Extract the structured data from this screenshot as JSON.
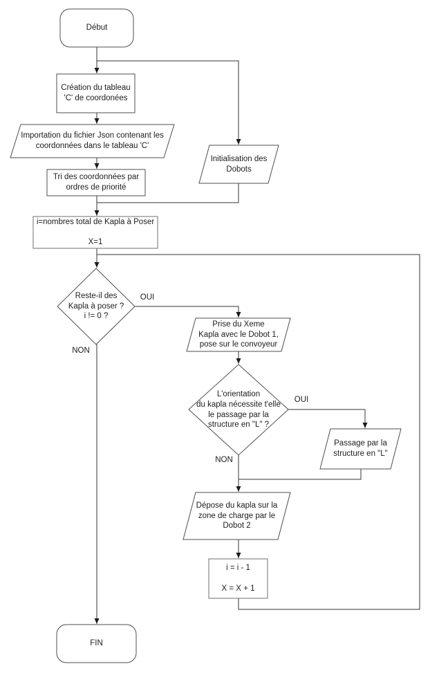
{
  "diagram": {
    "type": "flowchart",
    "language": "fr",
    "colors": {
      "background": "#ffffff",
      "shape_fill": "#ffffff",
      "shape_stroke": "#4d4d4d",
      "connector_stroke": "#333333",
      "text": "#1c1c1c"
    },
    "nodes": {
      "debut": {
        "shape": "terminator",
        "label": "Début"
      },
      "creation": {
        "shape": "process",
        "label": "Création du tableau\n'C' de coordonées"
      },
      "importation": {
        "shape": "data",
        "label": "Importation du fichier Json contenant les\ncoordonnées dans le tableau 'C'"
      },
      "tri": {
        "shape": "process",
        "label": "Tri des coordonnées par\nordres de priorité"
      },
      "init_dobots": {
        "shape": "data",
        "label": "Initialisation des\nDobots"
      },
      "compteur": {
        "shape": "process",
        "label": "i=nombres total de Kapla à Poser\n\nX=1"
      },
      "test_reste_kapla": {
        "shape": "decision",
        "label": "Reste-il des\nKapla à poser ?\ni != 0 ?"
      },
      "prise_kapla": {
        "shape": "data",
        "label": "Prise du Xeme\nKapla avec le Dobot 1,\npose sur le convoyeur"
      },
      "test_orientation": {
        "shape": "decision",
        "label": "L'orientation\ndu kapla nécessite t'elle\nle passage par la\nstructure en \"L\" ?"
      },
      "passage_l": {
        "shape": "data",
        "label": "Passage par la\nstructure en \"L\""
      },
      "depose_kapla": {
        "shape": "data",
        "label": "Dépose du kapla sur la\nzone de charge par le\nDobot 2"
      },
      "maj_compteurs": {
        "shape": "process",
        "label": "i = i - 1\n\nX = X + 1"
      },
      "fin": {
        "shape": "terminator",
        "label": "FIN"
      }
    },
    "edge_labels": {
      "oui_reste_kapla": "OUI",
      "non_reste_kapla": "NON",
      "oui_orientation": "OUI",
      "non_orientation": "NON"
    }
  }
}
